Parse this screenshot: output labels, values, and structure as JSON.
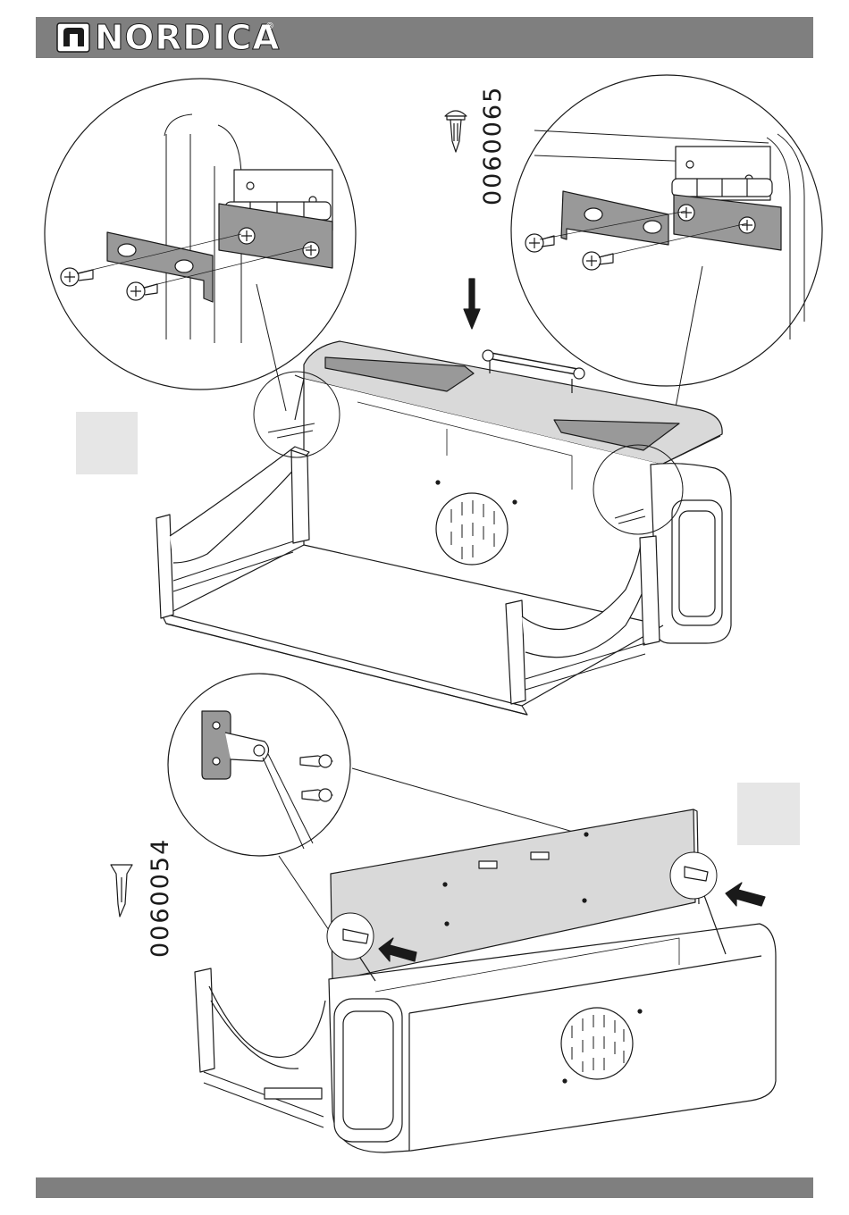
{
  "header": {
    "brand": "NORDICA",
    "registered_mark": "®"
  },
  "parts": {
    "screw_code": "0060065",
    "pin_code": "0060054"
  },
  "colors": {
    "bar_gray": "#7f7f7f",
    "step_box_gray": "#e6e6e6",
    "line_dark": "#1a1a1a",
    "plate_gray": "#999999",
    "panel_gray": "#d9d9d9"
  },
  "icons": [
    "nordica-logo-mark",
    "arrow-down-icon",
    "arrow-left-icon",
    "screw-icon",
    "pin-icon"
  ]
}
